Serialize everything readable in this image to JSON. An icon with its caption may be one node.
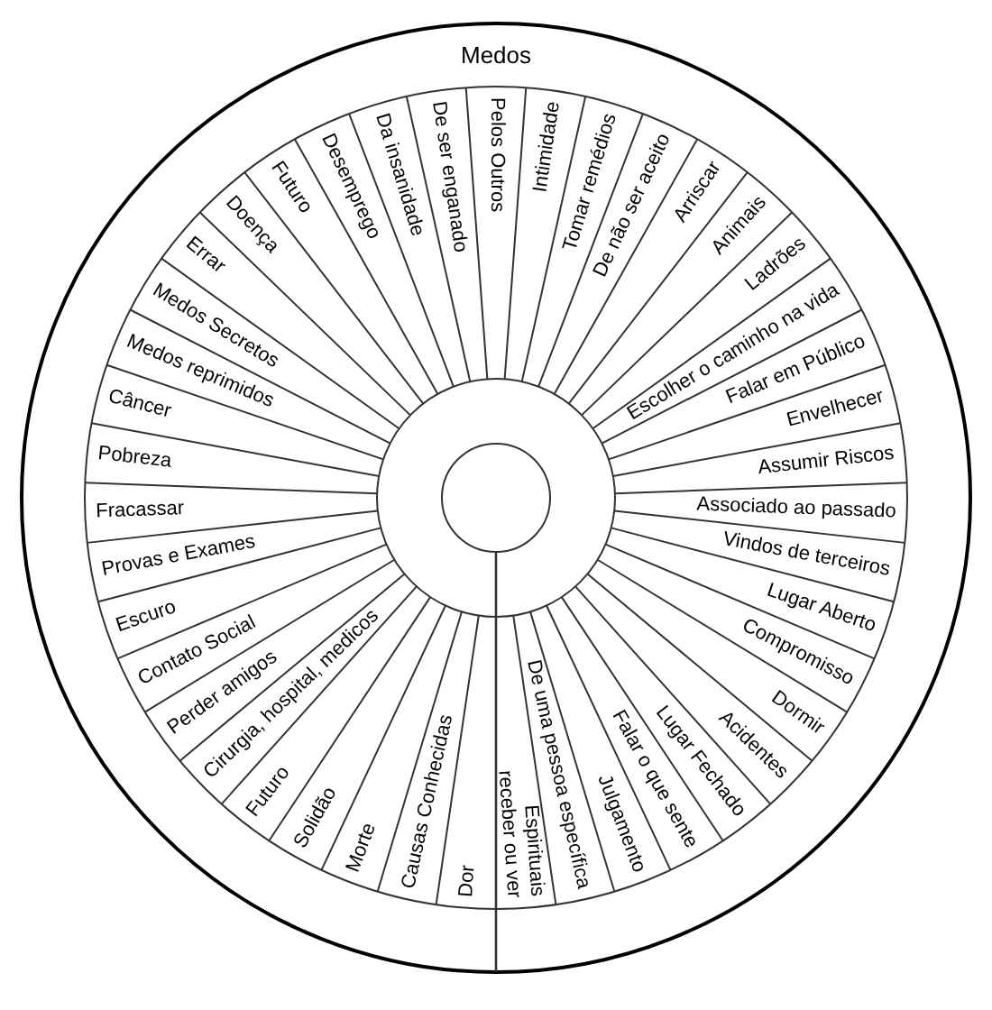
{
  "diagram": {
    "title": "Medos",
    "nodes": [
      {
        "text": [],
        "shape": "circle"
      },
      {
        "text": [
          "Pelos Outros"
        ],
        "in": 0
      },
      {
        "text": [
          "Intimidade"
        ],
        "in": 0
      },
      {
        "text": [
          "Tomar remédios"
        ],
        "in": 0
      },
      {
        "text": [
          "De não ser aceito"
        ],
        "in": 0
      },
      {
        "text": [
          "Arriscar"
        ],
        "in": 0
      },
      {
        "text": [
          "Animais"
        ],
        "in": 0
      },
      {
        "text": [
          "Ladrões"
        ],
        "in": 0
      },
      {
        "text": [
          "Escolher o caminho na vida"
        ],
        "in": 0
      },
      {
        "text": [
          "Falar em Público"
        ],
        "in": 0
      },
      {
        "text": [
          "Envelhecer"
        ],
        "in": 0
      },
      {
        "text": [
          "Assumir Riscos"
        ],
        "in": 0
      },
      {
        "text": [
          "Associado ao passado"
        ],
        "in": 0
      },
      {
        "text": [
          "Vindos de terceiros"
        ],
        "in": 0
      },
      {
        "text": [
          "Lugar Aberto"
        ],
        "in": 0
      },
      {
        "text": [
          "Compromisso"
        ],
        "in": 0
      },
      {
        "text": [
          "Dormir"
        ],
        "in": 0
      },
      {
        "text": [
          "Acidentes"
        ],
        "in": 0
      },
      {
        "text": [
          "Lugar Fechado"
        ],
        "in": 0
      },
      {
        "text": [
          "Falar o que sente"
        ],
        "in": 0
      },
      {
        "text": [
          "Julgamento"
        ],
        "in": 0
      },
      {
        "text": [
          "De uma pessoa específica"
        ],
        "in": 0
      },
      {
        "text": [
          "Espirituais receber ou ver"
        ],
        "in": 0
      },
      {
        "text": [
          "Dor"
        ],
        "in": 0
      },
      {
        "text": [
          "Causas Conhecidas"
        ],
        "in": 0
      },
      {
        "text": [
          "Morte"
        ],
        "in": 0
      },
      {
        "text": [
          "Solidão"
        ],
        "in": 0
      },
      {
        "text": [
          "Futuro"
        ],
        "in": 0
      },
      {
        "text": [
          "Cirurgia, hospital, medicos"
        ],
        "in": 0
      },
      {
        "text": [
          "Perder amigos"
        ],
        "in": 0
      },
      {
        "text": [
          "Contato Social"
        ],
        "in": 0
      },
      {
        "text": [
          "Escuro"
        ],
        "in": 0
      },
      {
        "text": [
          "Provas e Exames"
        ],
        "in": 0
      },
      {
        "text": [
          "Fracassar"
        ],
        "in": 0
      },
      {
        "text": [
          "Pobreza"
        ],
        "in": 0
      },
      {
        "text": [
          "Câncer"
        ],
        "in": 0
      },
      {
        "text": [
          "Medos reprimidos"
        ],
        "in": 0
      },
      {
        "text": [
          "Medos Secretos"
        ],
        "in": 0
      },
      {
        "text": [
          "Errar"
        ],
        "in": 0
      },
      {
        "text": [
          "Doença"
        ],
        "in": 0
      },
      {
        "text": [
          "Futuro"
        ],
        "in": 0
      },
      {
        "text": [
          "Desemprego"
        ],
        "in": 0
      },
      {
        "text": [
          "Da insanidade"
        ],
        "in": 0
      },
      {
        "text": [
          "De ser enganado"
        ],
        "in": 0
      },
      {
        "text": [],
        "shape": "circle",
        "in": 0
      }
    ]
  }
}
